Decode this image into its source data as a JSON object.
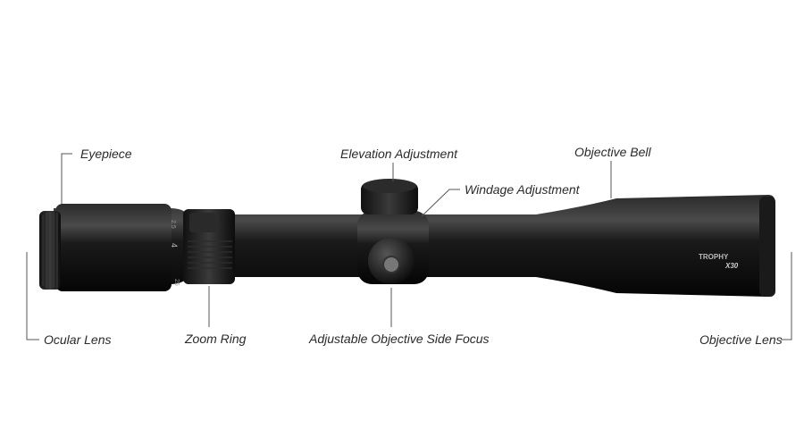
{
  "labels": {
    "eyepiece": "Eyepiece",
    "elevation": "Elevation Adjustment",
    "windage": "Windage Adjustment",
    "objective_bell": "Objective Bell",
    "ocular_lens": "Ocular Lens",
    "zoom_ring": "Zoom Ring",
    "side_focus": "Adjustable Objective Side Focus",
    "objective_lens": "Objective Lens"
  },
  "scope_markings": {
    "brand": "TROPHY",
    "model": "X30",
    "zoom_low": "2.5",
    "zoom_mid": "4",
    "zoom_high": "25"
  },
  "colors": {
    "body": "#151515",
    "highlight": "#4a4a4a",
    "leader": "#555555",
    "label_text": "#2a2a2a"
  }
}
